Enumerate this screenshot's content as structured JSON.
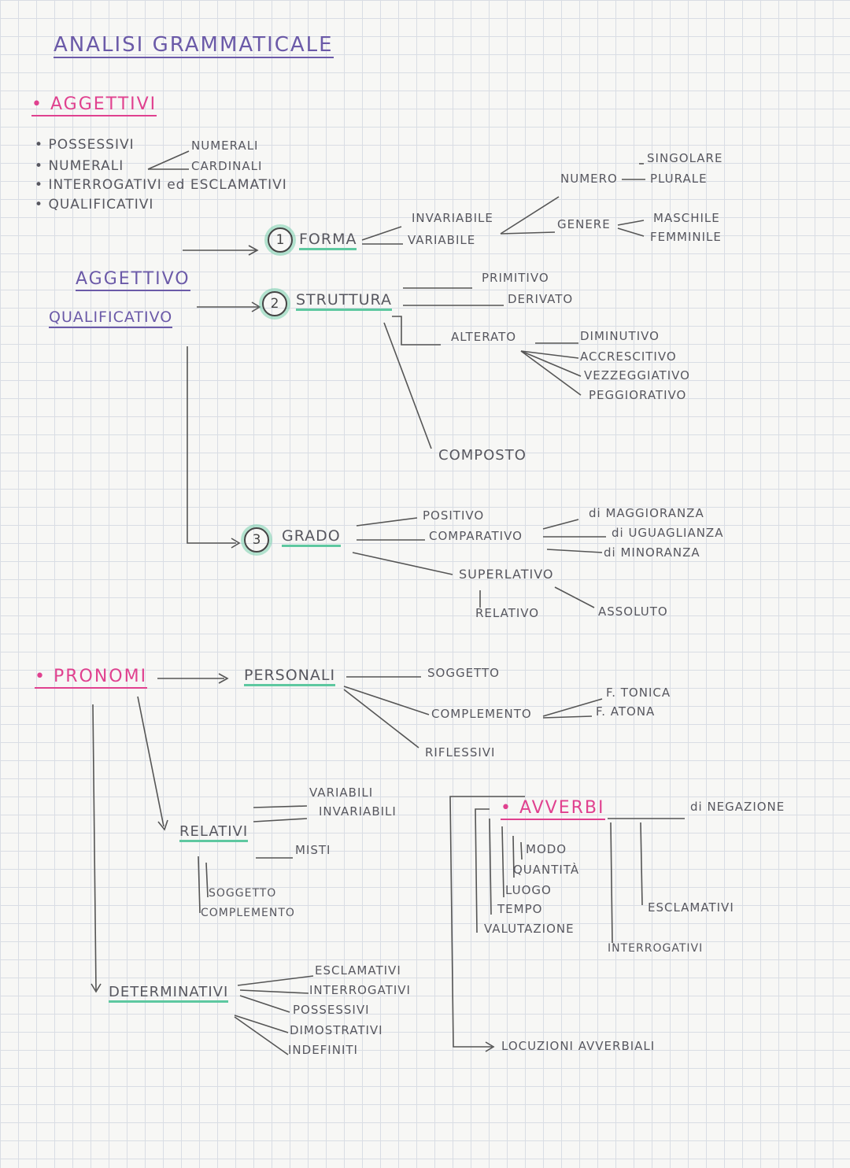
{
  "title": "ANALISI GRAMMATICALE",
  "aggettivi": {
    "heading": "AGGETTIVI",
    "list": [
      "POSSESSIVI",
      "NUMERALI",
      "INTERROGATIVI ed ESCLAMATIVI",
      "QUALIFICATIVI"
    ],
    "numerali_sub": [
      "NUMERALI",
      "CARDINALI"
    ]
  },
  "qualificativo": {
    "label_1": "AGGETTIVO",
    "label_2": "QUALIFICATIVO",
    "forma": {
      "num": "1",
      "label": "FORMA",
      "invariabile": "INVARIABILE",
      "variabile": "VARIABILE",
      "numero": "NUMERO",
      "singolare": "SINGOLARE",
      "plurale": "PLURALE",
      "genere": "GENERE",
      "maschile": "MASCHILE",
      "femminile": "FEMMINILE"
    },
    "struttura": {
      "num": "2",
      "label": "STRUTTURA",
      "primitivo": "PRIMITIVO",
      "derivato": "DERIVATO",
      "alterato": "ALTERATO",
      "alterati": [
        "DIMINUTIVO",
        "ACCRESCITIVO",
        "VEZZEGGIATIVO",
        "PEGGIORATIVO"
      ],
      "composto": "COMPOSTO"
    },
    "grado": {
      "num": "3",
      "label": "GRADO",
      "positivo": "POSITIVO",
      "comparativo": "COMPARATIVO",
      "comparativi": [
        "di MAGGIORANZA",
        "di UGUAGLIANZA",
        "di MINORANZA"
      ],
      "superlativo": "SUPERLATIVO",
      "relativo": "RELATIVO",
      "assoluto": "ASSOLUTO"
    }
  },
  "pronomi": {
    "heading": "PRONOMI",
    "personali": {
      "label": "PERSONALI",
      "soggetto": "SOGGETTO",
      "complemento": "COMPLEMENTO",
      "tonica": "F. TONICA",
      "atona": "F. ATONA",
      "riflessivi": "RIFLESSIVI"
    },
    "relativi": {
      "label": "RELATIVI",
      "variabili": "VARIABILI",
      "invariabili": "INVARIABILI",
      "misti": "MISTI",
      "soggetto": "SOGGETTO",
      "complemento": "COMPLEMENTO"
    },
    "determinativi": {
      "label": "DETERMINATIVI",
      "items": [
        "ESCLAMATIVI",
        "INTERROGATIVI",
        "POSSESSIVI",
        "DIMOSTRATIVI",
        "INDEFINITI"
      ]
    }
  },
  "avverbi": {
    "heading": "AVVERBI",
    "types": [
      "MODO",
      "QUANTITÀ",
      "LUOGO",
      "TEMPO",
      "VALUTAZIONE"
    ],
    "negazione": "di NEGAZIONE",
    "esclamativi": "ESCLAMATIVI",
    "interrogativi": "INTERROGATIVI",
    "locuzioni": "LOCUZIONI AVVERBIALI"
  }
}
